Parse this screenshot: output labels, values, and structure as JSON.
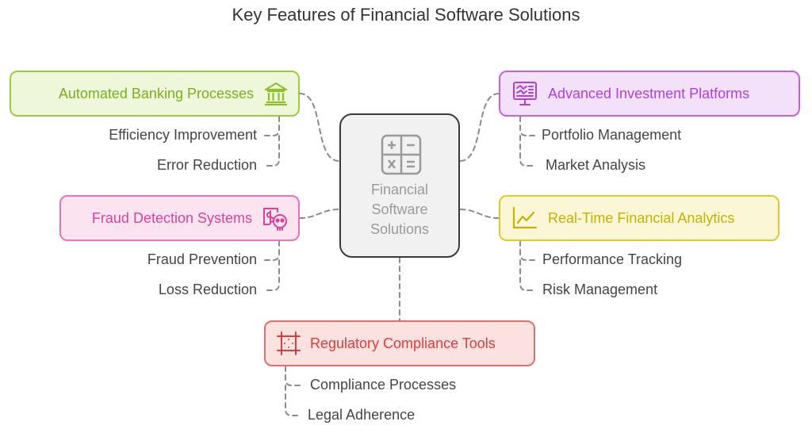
{
  "title": "Key Features of Financial Software Solutions",
  "center": {
    "label_lines": [
      "Financial",
      "Software",
      "Solutions"
    ],
    "icon": "calculator-icon"
  },
  "features": [
    {
      "id": "automated-banking",
      "label": "Automated Banking Processes",
      "icon": "bank-icon",
      "color": "#9ccc3d",
      "subs": [
        "Efficiency Improvement",
        "Error Reduction"
      ]
    },
    {
      "id": "fraud-detection",
      "label": "Fraud Detection Systems",
      "icon": "fraud-skull-icon",
      "color": "#e674b8",
      "subs": [
        "Fraud Prevention",
        "Loss Reduction"
      ]
    },
    {
      "id": "advanced-investment",
      "label": "Advanced Investment Platforms",
      "icon": "investment-monitor-icon",
      "color": "#c55fe6",
      "subs": [
        "Portfolio Management",
        "Market Analysis"
      ]
    },
    {
      "id": "real-time-analytics",
      "label": "Real-Time Financial Analytics",
      "icon": "line-chart-icon",
      "color": "#dccb2a",
      "subs": [
        "Performance Tracking",
        "Risk Management"
      ]
    },
    {
      "id": "regulatory-compliance",
      "label": "Regulatory Compliance Tools",
      "icon": "frame-icon",
      "color": "#e46e6a",
      "subs": [
        "Compliance Processes",
        "Legal Adherence"
      ]
    }
  ]
}
